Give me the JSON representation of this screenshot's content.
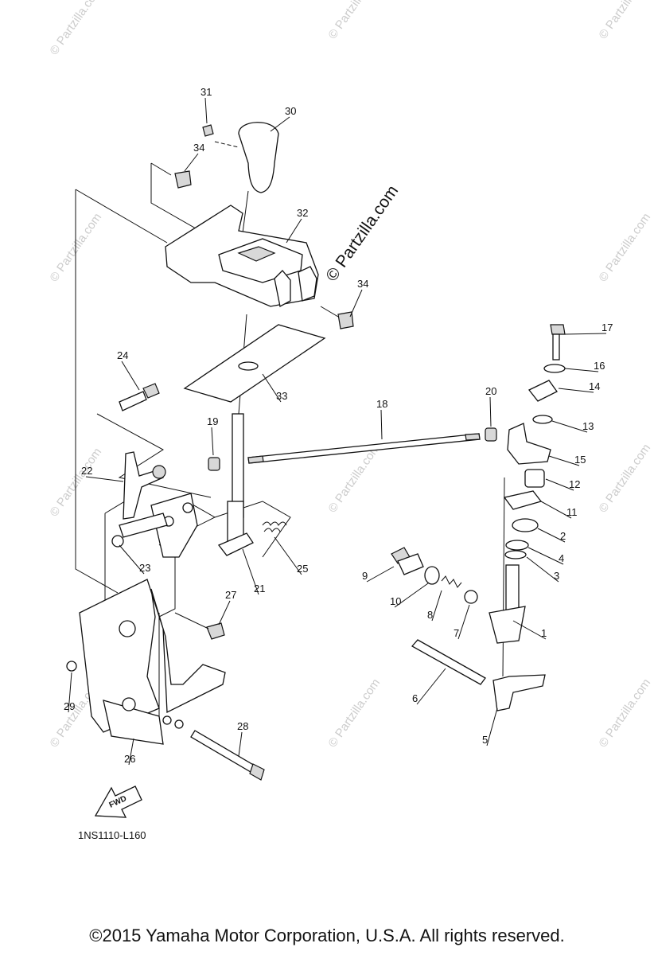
{
  "diagram": {
    "code": "1NS1110-L160",
    "copyright": "©2015 Yamaha Motor Corporation, U.S.A. All rights reserved.",
    "watermark": "© Partzilla.com",
    "fwd_label": "FWD",
    "callouts": [
      "1",
      "2",
      "3",
      "4",
      "5",
      "6",
      "7",
      "8",
      "9",
      "10",
      "11",
      "12",
      "13",
      "14",
      "15",
      "16",
      "17",
      "18",
      "19",
      "20",
      "21",
      "22",
      "23",
      "24",
      "25",
      "26",
      "27",
      "28",
      "29",
      "30",
      "31",
      "32",
      "33",
      "34"
    ]
  },
  "colors": {
    "ink": "#111111",
    "watermark": "#cccccc"
  }
}
